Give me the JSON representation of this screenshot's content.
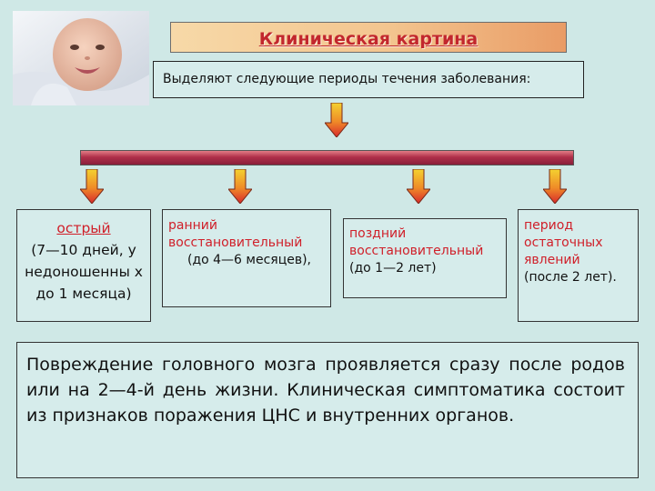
{
  "title": "Клиническая картина",
  "subtitle": "Выделяют следующие периоды течения заболевания:",
  "periods": [
    {
      "name": "острый",
      "detail": "(7—10 дней, у недоношенны х до 1 месяца)"
    },
    {
      "name": "ранний восстановительный",
      "detail": "(до 4—6 месяцев),"
    },
    {
      "name": "поздний восстановительный",
      "detail": "(до 1—2 лет)"
    },
    {
      "name": "период остаточных явлений",
      "detail": "(после 2 лет)."
    }
  ],
  "bottom_text": "Повреждение головного мозга проявляется сразу после родов или на 2—4-й день жизни. Клиническая симптоматика состоит из признаков поражения ЦНС и внутренних органов.",
  "colors": {
    "background": "#cfe8e6",
    "title_text": "#c2272d",
    "bar": "#a02a44",
    "arrow_top": "#f4d230",
    "arrow_bottom": "#d8282c"
  },
  "icons": {
    "photo": "baby-photo",
    "arrow": "down-arrow-icon"
  }
}
